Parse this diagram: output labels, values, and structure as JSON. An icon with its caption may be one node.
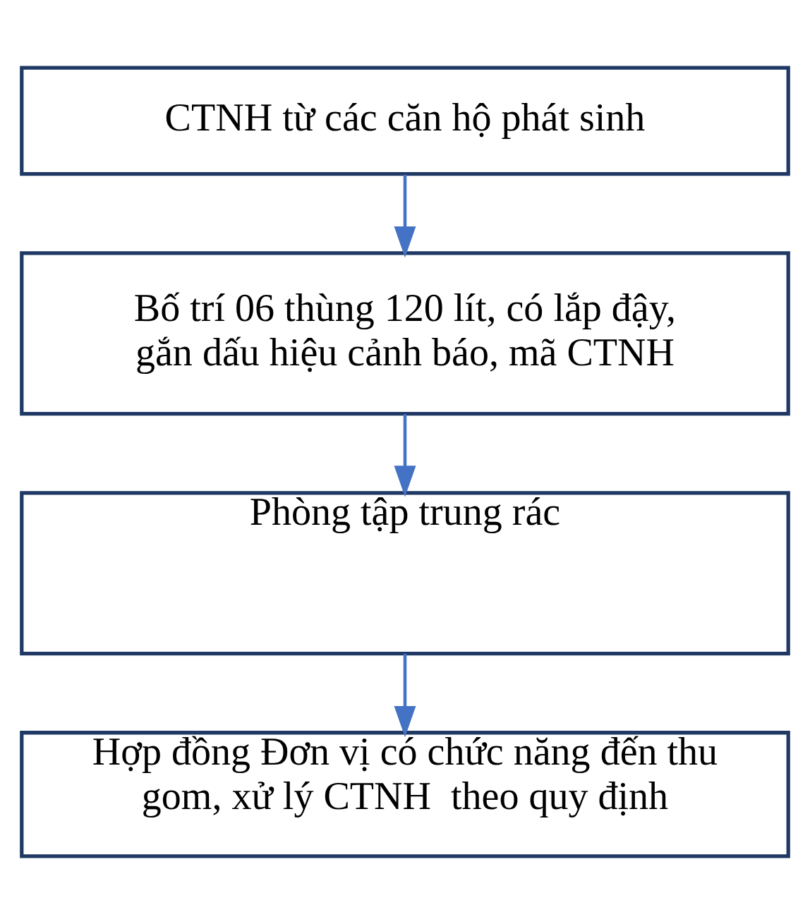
{
  "diagram": {
    "nodes": [
      {
        "text": [
          "CTNH từ các căn hộ phát sinh"
        ]
      },
      {
        "text": [
          "Bố trí 06 thùng 120 lít, có lắp đậy, gắn dấu hiệu cảnh báo, mã CTNH"
        ]
      },
      {
        "text": [
          "Phòng tập trung rác"
        ]
      },
      {
        "text": [
          "Hợp đồng Đơn vị có chức năng đến thu gom, xử lý CTNH  theo quy định"
        ]
      }
    ],
    "edges": [
      {
        "from": 0,
        "to": 1,
        "arrow": "to"
      },
      {
        "from": 1,
        "to": 2,
        "arrow": "to"
      },
      {
        "from": 2,
        "to": 3,
        "arrow": "to"
      }
    ]
  }
}
